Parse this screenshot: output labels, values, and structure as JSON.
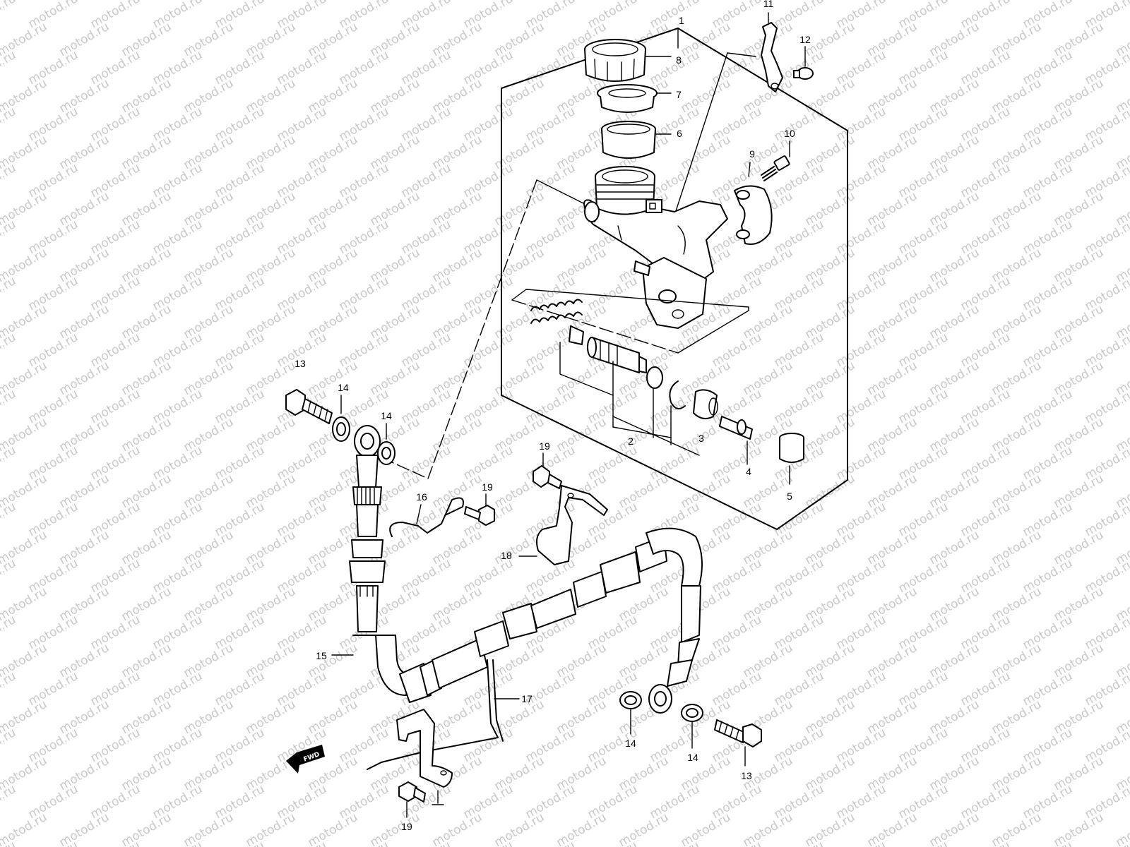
{
  "watermark": {
    "text": "motod.ru"
  },
  "direction_badge": {
    "label": "FWD"
  },
  "callouts": [
    {
      "id": "1",
      "label": "1"
    },
    {
      "id": "2",
      "label": "2"
    },
    {
      "id": "3",
      "label": "3"
    },
    {
      "id": "4",
      "label": "4"
    },
    {
      "id": "5",
      "label": "5"
    },
    {
      "id": "6",
      "label": "6"
    },
    {
      "id": "7",
      "label": "7"
    },
    {
      "id": "8",
      "label": "8"
    },
    {
      "id": "9",
      "label": "9"
    },
    {
      "id": "10",
      "label": "10"
    },
    {
      "id": "11",
      "label": "11"
    },
    {
      "id": "12",
      "label": "12"
    },
    {
      "id": "13a",
      "label": "13"
    },
    {
      "id": "13b",
      "label": "13"
    },
    {
      "id": "14a",
      "label": "14"
    },
    {
      "id": "14b",
      "label": "14"
    },
    {
      "id": "14c",
      "label": "14"
    },
    {
      "id": "14d",
      "label": "14"
    },
    {
      "id": "15",
      "label": "15"
    },
    {
      "id": "16",
      "label": "16"
    },
    {
      "id": "17",
      "label": "17"
    },
    {
      "id": "18",
      "label": "18"
    },
    {
      "id": "19a",
      "label": "19"
    },
    {
      "id": "19b",
      "label": "19"
    },
    {
      "id": "19c",
      "label": "19"
    }
  ]
}
